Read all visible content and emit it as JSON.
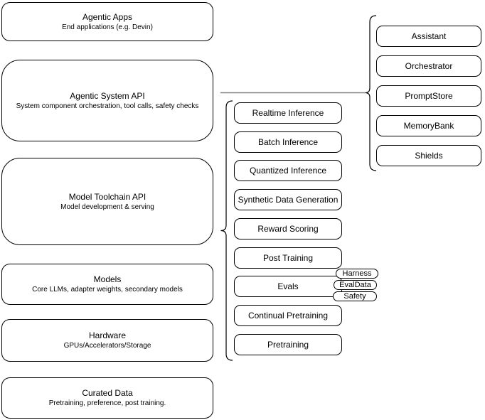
{
  "diagram_title": "Agentic LLM system stack diagram",
  "colors": {
    "background": "#ffffff",
    "node_fill": "#ffffff",
    "node_border": "#000000",
    "connector": "#808080",
    "brace": "#000000"
  },
  "left_column": {
    "boxes": [
      {
        "title": "Agentic Apps",
        "subtitle": "End applications (e.g. Devin)"
      },
      {
        "title": "Agentic System API",
        "subtitle": "System component orchestration, tool calls, safety checks"
      },
      {
        "title": "Model Toolchain API",
        "subtitle": "Model development & serving"
      },
      {
        "title": "Models",
        "subtitle": "Core LLMs, adapter weights, secondary models"
      },
      {
        "title": "Hardware",
        "subtitle": "GPUs/Accelerators/Storage"
      },
      {
        "title": "Curated Data",
        "subtitle": "Pretraining, preference, post training."
      }
    ]
  },
  "toolchain_group": {
    "items": [
      {
        "label": "Realtime Inference"
      },
      {
        "label": "Batch Inference"
      },
      {
        "label": "Quantized Inference"
      },
      {
        "label": "Synthetic Data Generation"
      },
      {
        "label": "Reward Scoring"
      },
      {
        "label": "Post Training"
      },
      {
        "label": "Evals",
        "tags": [
          "Harness",
          "EvalData",
          "Safety"
        ]
      },
      {
        "label": "Continual Pretraining"
      },
      {
        "label": "Pretraining"
      }
    ]
  },
  "system_group": {
    "items": [
      {
        "label": "Assistant"
      },
      {
        "label": "Orchestrator"
      },
      {
        "label": "PromptStore"
      },
      {
        "label": "MemoryBank"
      },
      {
        "label": "Shields"
      }
    ]
  }
}
